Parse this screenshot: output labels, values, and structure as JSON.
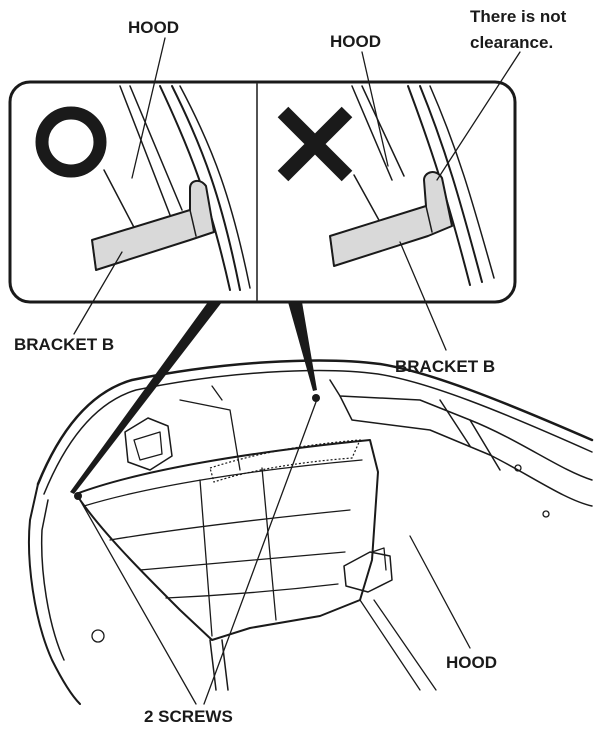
{
  "labels": {
    "hood_left": "HOOD",
    "hood_mid": "HOOD",
    "clearance_line1": "There is not",
    "clearance_line2": "clearance.",
    "bracket_left": "BRACKET B",
    "bracket_right": "BRACKET B",
    "hood_bottom": "HOOD",
    "screws": "2 SCREWS"
  },
  "symbols": {
    "correct": "circle-ok-icon",
    "incorrect": "cross-ng-icon"
  },
  "colors": {
    "ink": "#1a1a1a",
    "bracket_fill": "#d9d9d9"
  }
}
